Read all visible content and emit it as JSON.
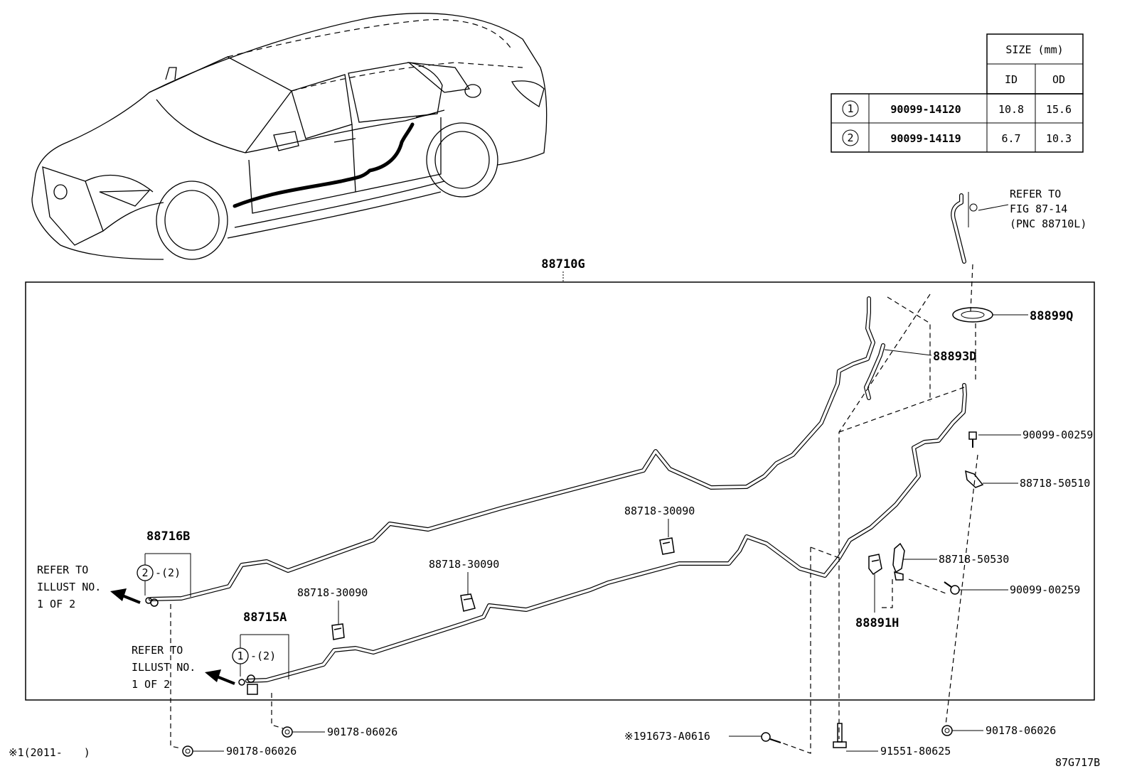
{
  "size_table": {
    "header": "SIZE (mm)",
    "col_id": "ID",
    "col_od": "OD",
    "rows": [
      {
        "mark": "1",
        "part": "90099-14120",
        "id": "10.8",
        "od": "15.6"
      },
      {
        "mark": "2",
        "part": "90099-14119",
        "id": "6.7",
        "od": "10.3"
      }
    ]
  },
  "refer_fig": {
    "line1": "REFER TO",
    "line2": "FIG 87-14",
    "line3": "(PNC 88710L)"
  },
  "refer_illust_a": {
    "line1": "REFER TO",
    "line2": "ILLUST NO.",
    "line3": "1 OF 2"
  },
  "refer_illust_b": {
    "line1": "REFER TO",
    "line2": "ILLUST NO.",
    "line3": "1 OF 2"
  },
  "parts": {
    "p88710g": "88710G",
    "p88899q": "88899Q",
    "p88893d": "88893D",
    "p90099_00259_a": "90099-00259",
    "p88718_50510": "88718-50510",
    "p88718_30090_a": "88718-30090",
    "p88718_30090_b": "88718-30090",
    "p88718_30090_c": "88718-30090",
    "p88718_50530": "88718-50530",
    "p90099_00259_b": "90099-00259",
    "p88891h": "88891H",
    "p88716b": "88716B",
    "p88715a": "88715A",
    "p90178_06026_a": "90178-06026",
    "p90178_06026_b": "90178-06026",
    "p90178_06026_c": "90178-06026",
    "p91673": "※191673-A0616",
    "p91551": "91551-80625"
  },
  "callout_a": {
    "mark": "2",
    "qty": "-(2)"
  },
  "callout_b": {
    "mark": "1",
    "qty": "-(2)"
  },
  "footnote": "※1(2011-　　)",
  "figure_code": "87G717B"
}
